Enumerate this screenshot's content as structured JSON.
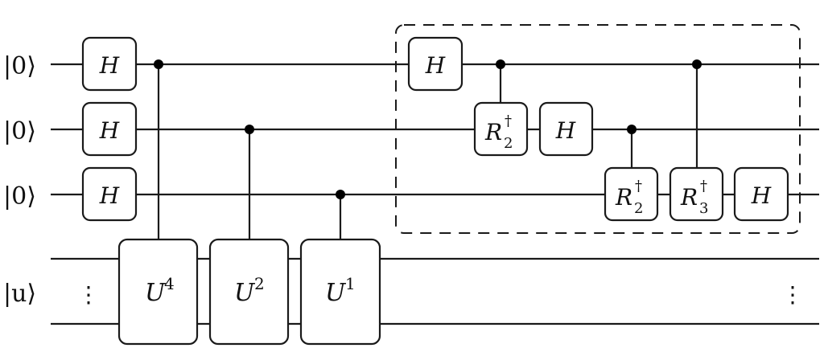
{
  "diagram": {
    "title": "Quantum phase estimation circuit with inverse QFT",
    "inputs": [
      {
        "id": "q0",
        "label": "|0⟩"
      },
      {
        "id": "q1",
        "label": "|0⟩"
      },
      {
        "id": "q2",
        "label": "|0⟩"
      },
      {
        "id": "u",
        "label": "|u⟩"
      }
    ],
    "register_dots": "⋮",
    "hadamard_layer": [
      {
        "wire": "q0",
        "base": "H"
      },
      {
        "wire": "q1",
        "base": "H"
      },
      {
        "wire": "q2",
        "base": "H"
      }
    ],
    "controlled_unitaries": [
      {
        "control": "q0",
        "base": "U",
        "power": "4"
      },
      {
        "control": "q1",
        "base": "U",
        "power": "2"
      },
      {
        "control": "q2",
        "base": "U",
        "power": "1"
      }
    ],
    "inverse_qft": {
      "boundary": "dashed",
      "gates": [
        {
          "wire": "q0",
          "base": "H"
        },
        {
          "wire": "q1",
          "control": "q0",
          "base": "R",
          "sub": "2",
          "sup": "†"
        },
        {
          "wire": "q1",
          "base": "H"
        },
        {
          "wire": "q2",
          "control": "q1",
          "base": "R",
          "sub": "2",
          "sup": "†"
        },
        {
          "wire": "q2",
          "control": "q0",
          "base": "R",
          "sub": "3",
          "sup": "†"
        },
        {
          "wire": "q2",
          "base": "H"
        }
      ]
    }
  }
}
